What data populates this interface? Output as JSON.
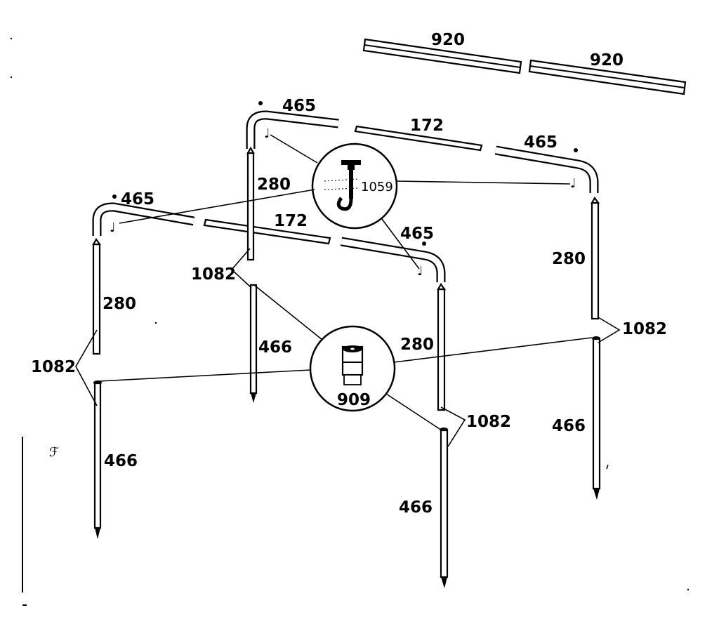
{
  "diagram": {
    "labels": {
      "rail_left": "920",
      "rail_right": "920",
      "rear_corner_left": "465",
      "rear_center": "172",
      "rear_corner_right": "465",
      "front_corner_left": "465",
      "front_center": "172",
      "front_corner_right": "465",
      "hook": "1059",
      "upright_rear_left": "280",
      "upright_front_left": "280",
      "upright_rear_right": "280",
      "upright_front_right": "280",
      "leg_front_left": "466",
      "leg_rear_left": "466",
      "leg_front_right": "466",
      "leg_rear_right": "466",
      "connector_1": "1082",
      "connector_2": "1082",
      "connector_3": "1082",
      "connector_4": "1082",
      "connector_part": "909"
    }
  }
}
